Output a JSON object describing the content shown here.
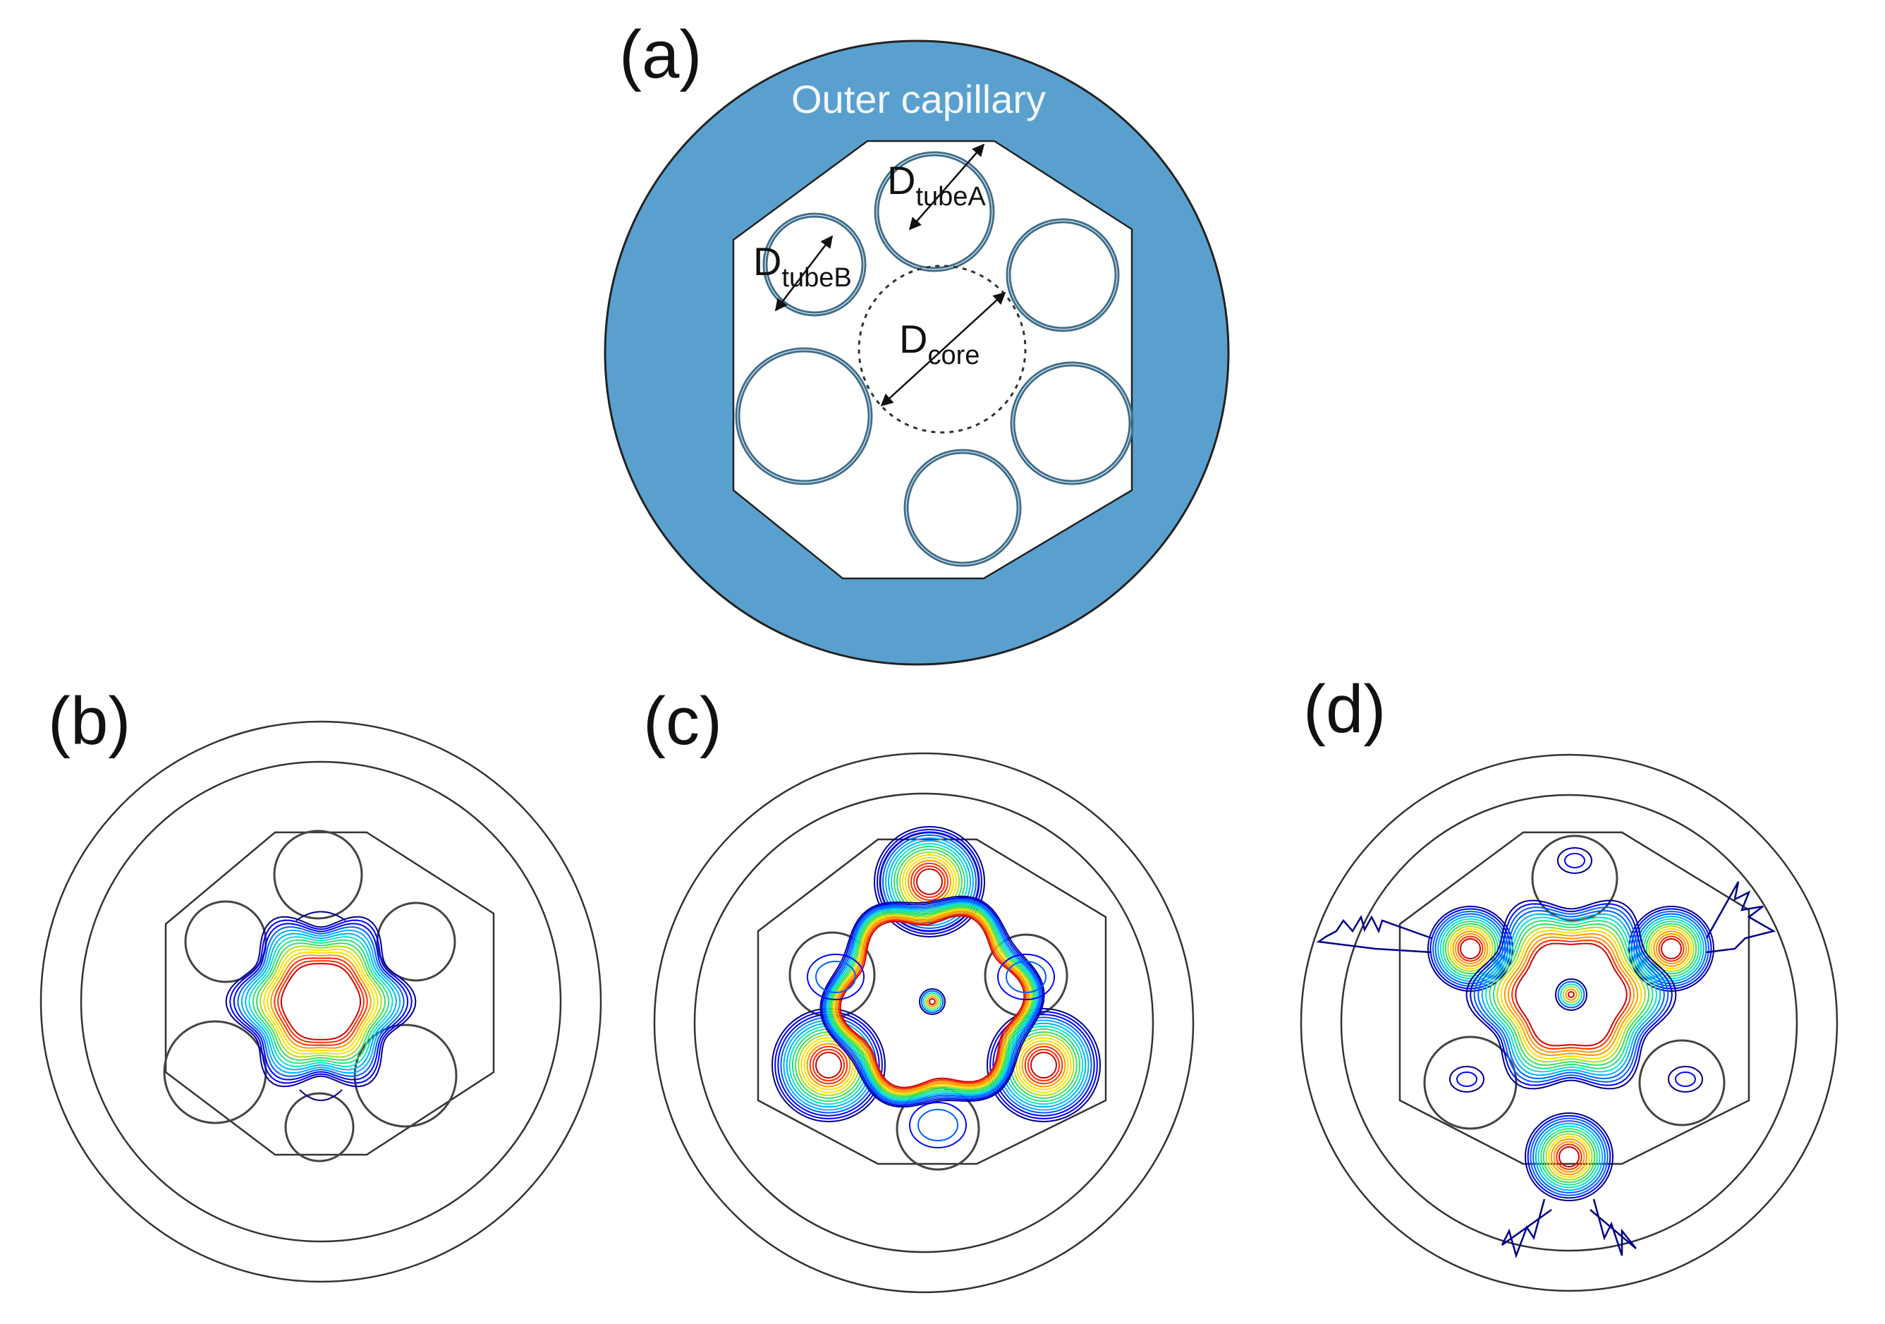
{
  "panels": {
    "a": {
      "label": "(a)",
      "outer_label": "Outer capillary",
      "d_tubeA": {
        "main": "D",
        "sub": "tubeA"
      },
      "d_tubeB": {
        "main": "D",
        "sub": "tubeB"
      },
      "d_core": {
        "main": "D",
        "sub": "core"
      }
    },
    "b": {
      "label": "(b)"
    },
    "c": {
      "label": "(c)"
    },
    "d": {
      "label": "(d)"
    }
  },
  "colors": {
    "capillary_fill": "#5aa0cf",
    "tube_edge": "#3f6f8c",
    "outline": "#222222",
    "contour_palette": [
      "#00008b",
      "#0000ff",
      "#0060ff",
      "#00b0ff",
      "#00e5d0",
      "#30e070",
      "#a8e020",
      "#ffe000",
      "#ff9a00",
      "#ff3000",
      "#d00000"
    ]
  },
  "icons": {
    "dimension_arrow": "double-arrow-icon",
    "core_boundary": "dashed-circle-icon"
  }
}
